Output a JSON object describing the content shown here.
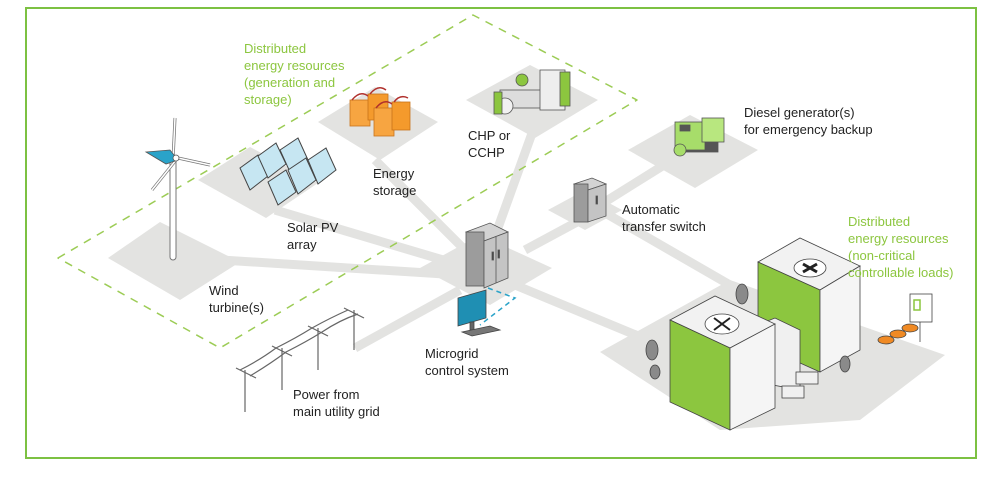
{
  "title": "Microgrid components diagram",
  "colors": {
    "frame": "#7cc142",
    "accent_green": "#8cc63f",
    "pad_gray": "#e3e3e1",
    "text": "#222222"
  },
  "labels": {
    "der_generation": "Distributed\nenergy resources\n(generation and\nstorage)",
    "der_loads": "Distributed\nenergy resources\n(non-critical\ncontrollable loads)",
    "diesel": "Diesel generator(s)\nfor emergency backup",
    "chp": "CHP or\nCCHP",
    "energy_storage": "Energy\nstorage",
    "solar": "Solar PV\narray",
    "wind": "Wind\nturbine(s)",
    "ats": "Automatic\ntransfer switch",
    "control": "Microgrid\ncontrol system",
    "utility": "Power from\nmain utility grid"
  },
  "components": [
    {
      "id": "wind-turbine",
      "icon": "wind-turbine-icon"
    },
    {
      "id": "solar-pv",
      "icon": "solar-panel-icon"
    },
    {
      "id": "energy-storage",
      "icon": "battery-icon"
    },
    {
      "id": "chp",
      "icon": "chp-unit-icon"
    },
    {
      "id": "diesel-generator",
      "icon": "generator-icon"
    },
    {
      "id": "automatic-transfer-switch",
      "icon": "switch-cabinet-icon"
    },
    {
      "id": "microgrid-controller",
      "icon": "controller-cabinet-icon"
    },
    {
      "id": "control-computer",
      "icon": "computer-monitor-icon"
    },
    {
      "id": "utility-grid",
      "icon": "power-lines-icon"
    },
    {
      "id": "hospital-campus",
      "icon": "hospital-buildings-icon"
    }
  ]
}
